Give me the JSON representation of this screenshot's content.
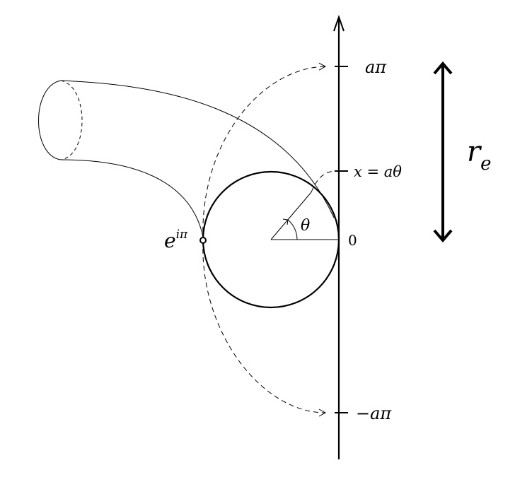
{
  "labels": {
    "a_pi_top": "aπ",
    "x_eq_a_theta": "x = aθ",
    "theta": "θ",
    "zero": "0",
    "neg_a_pi": "−aπ",
    "e_i_pi_base": "e",
    "e_i_pi_exp": "iπ",
    "r_e_base": "r",
    "r_e_sub": "e"
  },
  "colors": {
    "stroke": "#000000",
    "background": "#ffffff"
  }
}
